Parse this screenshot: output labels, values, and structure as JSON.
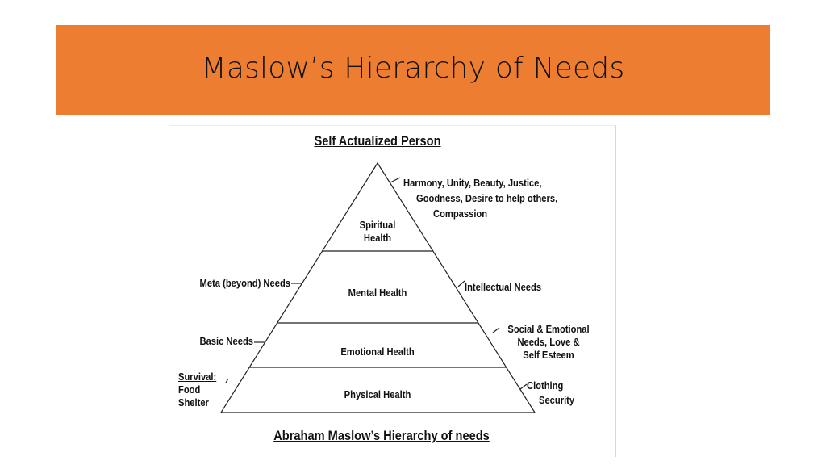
{
  "slide": {
    "title": "Maslow’s Hierarchy of Needs",
    "accent_color": "#ED7D31"
  },
  "diagram": {
    "top_heading": "Self Actualized Person",
    "bottom_heading": "Abraham Maslow’s Hierarchy of needs",
    "levels": [
      {
        "label_line1": "Spiritual",
        "label_line2": "Health"
      },
      {
        "label": "Mental Health"
      },
      {
        "label": "Emotional Health"
      },
      {
        "label": "Physical Health"
      }
    ],
    "right_notes": {
      "spiritual": [
        "Harmony, Unity, Beauty, Justice,",
        "Goodness, Desire to help others,",
        "Compassion"
      ],
      "mental": "Intellectual Needs",
      "emotional": [
        "Social & Emotional",
        "Needs, Love &",
        "Self Esteem"
      ],
      "physical": [
        "Clothing",
        "Security"
      ]
    },
    "left_notes": {
      "meta": "Meta (beyond) Needs",
      "basic": "Basic Needs",
      "survival_heading": "Survival:",
      "survival_items": [
        "Food",
        "Shelter"
      ]
    }
  }
}
